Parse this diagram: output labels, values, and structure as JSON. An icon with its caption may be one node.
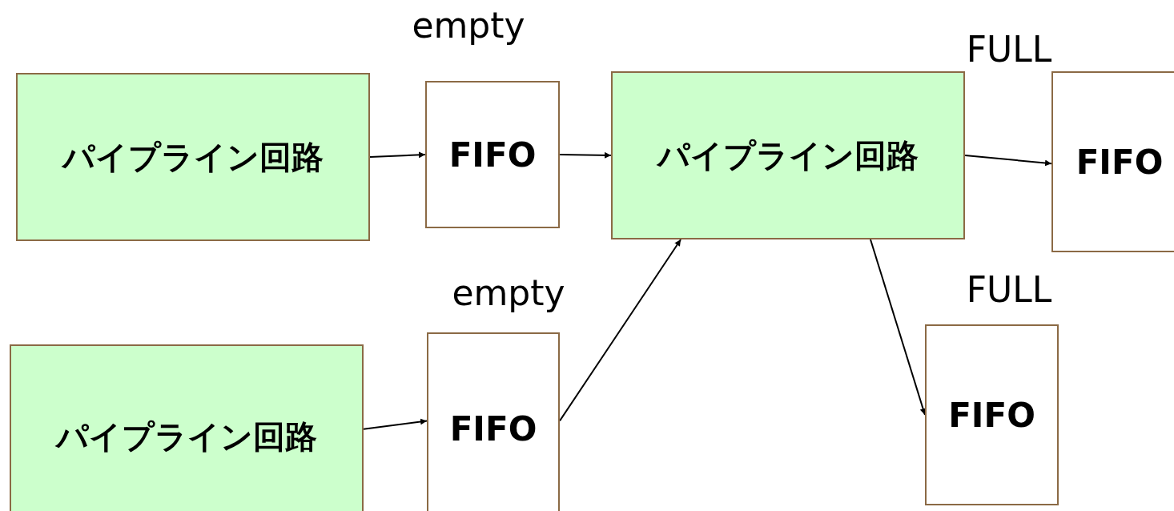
{
  "diagram": {
    "nodes": [
      {
        "text": [
          "パイプライン回路"
        ]
      },
      {
        "text": [
          "FIFO"
        ],
        "beside": [
          "empty"
        ]
      },
      {
        "text": [
          "パイプライン回路"
        ]
      },
      {
        "text": [
          "FIFO"
        ],
        "beside": [
          "FULL"
        ]
      },
      {
        "text": [
          "パイプライン回路"
        ]
      },
      {
        "text": [
          "FIFO"
        ],
        "beside": [
          "empty"
        ]
      },
      {
        "text": [
          "FIFO"
        ],
        "beside": [
          "FULL"
        ]
      }
    ],
    "edges": [
      {
        "from": 0,
        "to": 1,
        "arrow": "to"
      },
      {
        "from": 1,
        "to": 2,
        "arrow": "to"
      },
      {
        "from": 2,
        "to": 3,
        "arrow": "to"
      },
      {
        "from": 4,
        "to": 5,
        "arrow": "to"
      },
      {
        "from": 5,
        "to": 2,
        "arrow": "to"
      },
      {
        "from": 2,
        "to": 6,
        "arrow": "to"
      }
    ]
  }
}
